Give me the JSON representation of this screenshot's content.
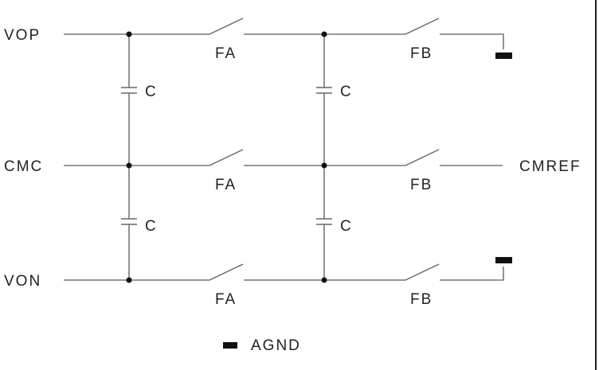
{
  "nets": {
    "vop": "VOP",
    "cmc": "CMC",
    "von": "VON",
    "cmref": "CMREF"
  },
  "switches": {
    "fa": "FA",
    "fb": "FB"
  },
  "capacitor": "C",
  "legend": {
    "agnd": "AGND"
  }
}
